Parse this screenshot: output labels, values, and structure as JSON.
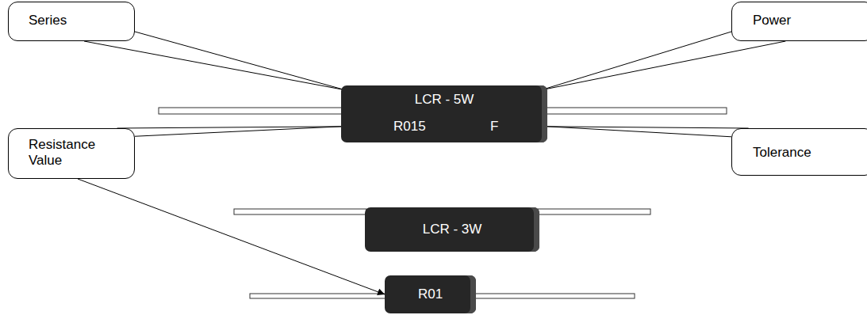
{
  "diagram": {
    "nodes": [
      {
        "text": [
          "Series"
        ]
      },
      {
        "text": [
          "Power"
        ]
      },
      {
        "text": [
          "Resistance Value"
        ]
      },
      {
        "text": [
          "Tolerance"
        ]
      },
      {
        "text": [
          "LCR - 5W",
          "R015",
          "F"
        ]
      },
      {
        "text": [
          "LCR - 3W"
        ]
      },
      {
        "text": [
          "R01"
        ]
      }
    ],
    "edges": [
      {
        "from": 0,
        "to": 4,
        "arrow": "none"
      },
      {
        "from": 1,
        "to": 4,
        "arrow": "none"
      },
      {
        "from": 2,
        "to": 4,
        "arrow": "none"
      },
      {
        "from": 3,
        "to": 4,
        "arrow": "none"
      },
      {
        "from": 2,
        "to": 6,
        "arrow": "to"
      }
    ]
  }
}
